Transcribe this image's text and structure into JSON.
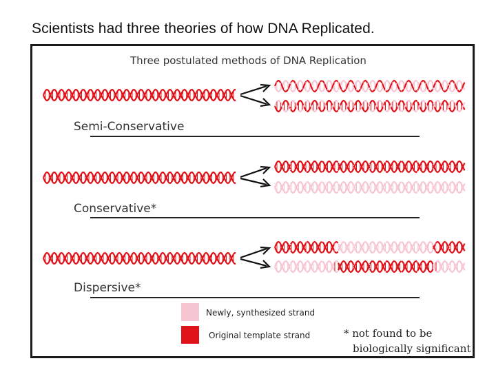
{
  "slide": {
    "title": "Scientists had three theories of how DNA Replicated."
  },
  "figure": {
    "title": "Three postulated methods of DNA Replication",
    "methods": [
      {
        "label": "Semi-Conservative",
        "pattern": "semi"
      },
      {
        "label": "Conservative*",
        "pattern": "conservative"
      },
      {
        "label": "Dispersive*",
        "pattern": "dispersive"
      }
    ],
    "legend": {
      "new": {
        "label": "Newly, synthesized strand",
        "color": "#f7c6d3"
      },
      "original": {
        "label": "Original template strand",
        "color": "#e0131a"
      }
    },
    "footnote": {
      "line1": "* not found to be",
      "line2": "biologically significant"
    }
  }
}
